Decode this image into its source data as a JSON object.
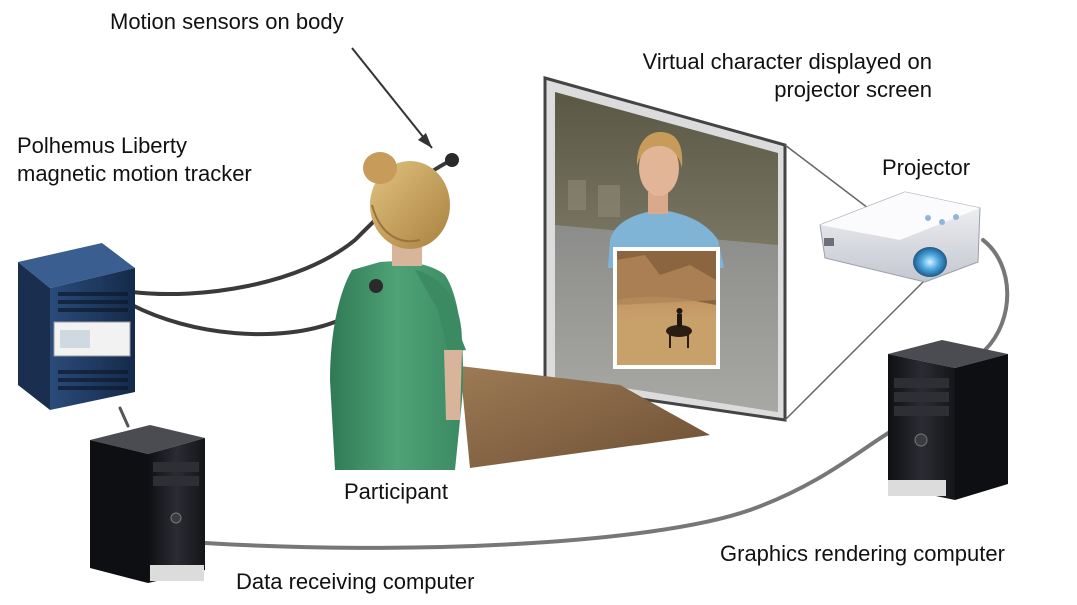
{
  "labels": {
    "motion_sensors": "Motion sensors on body",
    "virtual_character_line1": "Virtual character displayed on",
    "virtual_character_line2": "projector screen",
    "polhemus_line1": "Polhemus  Liberty",
    "polhemus_line2": "magnetic motion tracker",
    "projector": "Projector",
    "participant": "Participant",
    "data_receiving_computer": "Data receiving computer",
    "graphics_rendering_computer": "Graphics rendering computer"
  },
  "colors": {
    "cable": "#3a3a3a",
    "shirt": "#4d9a6e",
    "hair": "#c9a468",
    "screen_wall": "#6e6a55",
    "table": "#8c6a47",
    "tower_body": "#1c1d22",
    "tracker_body": "#1f3a63",
    "projector_body": "#e6e8ee",
    "projector_lens": "#4da8e0"
  }
}
